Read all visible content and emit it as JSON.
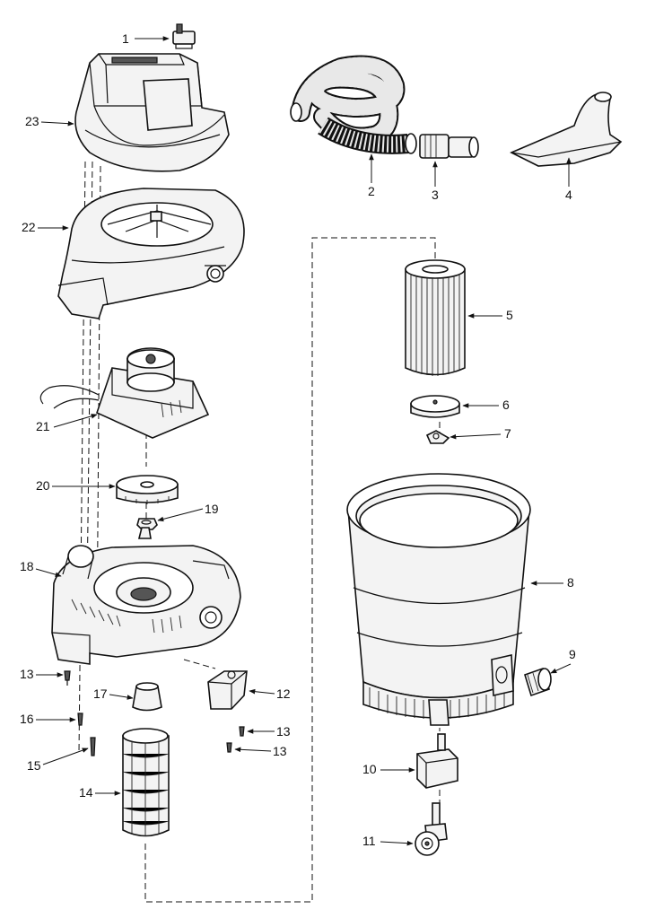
{
  "callouts": {
    "c1": "1",
    "c2": "2",
    "c3": "3",
    "c4": "4",
    "c5": "5",
    "c6": "6",
    "c7": "7",
    "c8": "8",
    "c9": "9",
    "c10": "10",
    "c11": "11",
    "c12": "12",
    "c13a": "13",
    "c13b": "13",
    "c13c": "13",
    "c14": "14",
    "c15": "15",
    "c16": "16",
    "c17": "17",
    "c18": "18",
    "c19": "19",
    "c20": "20",
    "c21": "21",
    "c22": "22",
    "c23": "23"
  }
}
